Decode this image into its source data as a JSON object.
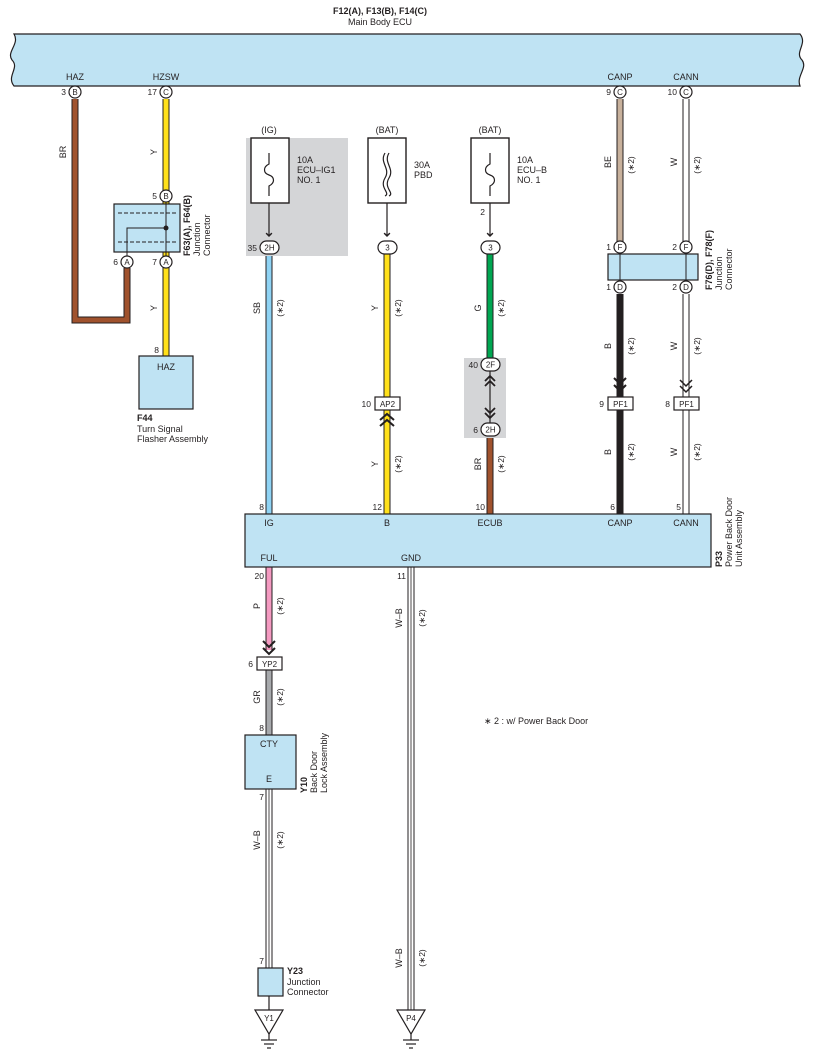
{
  "colors": {
    "component_fill": "#bfe3f3",
    "fuse_box_fill": "#d4d5d7",
    "wire_BR": "#a0522d",
    "wire_Y": "#ffe01a",
    "wire_SB": "#8fd3f4",
    "wire_G": "#00a651",
    "wire_BE": "#c8b19c",
    "wire_W": "#ffffff",
    "wire_B": "#231f20",
    "wire_P": "#f49ac1",
    "wire_GR": "#a7a9ac"
  },
  "ecu": {
    "ref": "F12(A), F13(B), F14(C)",
    "name": "Main Body ECU",
    "pins": [
      {
        "label": "HAZ",
        "num": "3",
        "conn": "B"
      },
      {
        "label": "HZSW",
        "num": "17",
        "conn": "C"
      },
      {
        "label": "CANP",
        "num": "9",
        "conn": "C"
      },
      {
        "label": "CANN",
        "num": "10",
        "conn": "C"
      }
    ]
  },
  "junction_f63": {
    "ref": "F63(A), F64(B)",
    "name": [
      "Junction",
      "Connector"
    ],
    "pins": [
      {
        "num": "5",
        "conn": "B"
      },
      {
        "num": "6",
        "conn": "A"
      },
      {
        "num": "7",
        "conn": "A"
      }
    ]
  },
  "flasher": {
    "ref": "F44",
    "name": [
      "Turn Signal",
      "Flasher Assembly"
    ],
    "pin_label": "HAZ",
    "pin_num": "8"
  },
  "fuses": [
    {
      "supply": "(IG)",
      "rating": "10A",
      "name": [
        "ECU–IG1",
        "NO. 1"
      ],
      "conn_num": "35",
      "conn": "2H"
    },
    {
      "supply": "(BAT)",
      "rating": "30A",
      "name": [
        "PBD"
      ],
      "conn": "3"
    },
    {
      "supply": "(BAT)",
      "rating": "10A",
      "name": [
        "ECU–B",
        "NO. 1"
      ],
      "pin_num": "2",
      "conn": "3"
    }
  ],
  "junction_f76": {
    "ref": "F76(D), F78(F)",
    "name": [
      "Junction",
      "Connector"
    ],
    "pins": [
      {
        "num": "1",
        "conn": "F"
      },
      {
        "num": "2",
        "conn": "F"
      },
      {
        "num": "1",
        "conn": "D"
      },
      {
        "num": "2",
        "conn": "D"
      }
    ]
  },
  "inline_connectors": [
    {
      "num": "10",
      "name": "AP2"
    },
    {
      "num": "40",
      "name": "2F"
    },
    {
      "num": "6",
      "name": "2H"
    },
    {
      "num": "9",
      "name": "PF1"
    },
    {
      "num": "8",
      "name": "PF1"
    },
    {
      "num": "6",
      "name": "YP2"
    }
  ],
  "power_back_door": {
    "ref": "P33",
    "name": [
      "Power Back Door",
      "Unit Assembly"
    ],
    "pins": [
      {
        "label": "IG",
        "num": "8"
      },
      {
        "label": "B",
        "num": "12"
      },
      {
        "label": "ECUB",
        "num": "10"
      },
      {
        "label": "CANP",
        "num": "6"
      },
      {
        "label": "CANN",
        "num": "5"
      },
      {
        "label": "FUL",
        "num": "20"
      },
      {
        "label": "GND",
        "num": "11"
      }
    ]
  },
  "lock_assy": {
    "ref": "Y10",
    "name": [
      "Back Door",
      "Lock Assembly"
    ],
    "pin_top_label": "CTY",
    "pin_top_num": "8",
    "pin_bottom_label": "E",
    "pin_bottom_num": "7"
  },
  "junction_y23": {
    "ref": "Y23",
    "name": [
      "Junction",
      "Connector"
    ],
    "pin_num": "7"
  },
  "grounds": [
    "Y1",
    "P4"
  ],
  "wire_colors": {
    "haz": "BR",
    "hzsw_upper": "Y",
    "hzsw_lower": "Y",
    "ig": "SB",
    "pbd_upper": "Y",
    "pbd_lower": "Y",
    "ecub_upper": "G",
    "ecub_lower": "BR",
    "canp_upper": "BE",
    "cann_upper": "W",
    "canp_mid": "B",
    "cann_mid": "W",
    "canp_lower": "B",
    "cann_lower": "W",
    "ful": "P",
    "yp2_lower": "GR",
    "gnd": "W–B",
    "y10_gnd": "W–B",
    "p4_gnd": "W–B"
  },
  "option_mark": "(∗2)",
  "note": "∗ 2 : w/ Power Back Door"
}
